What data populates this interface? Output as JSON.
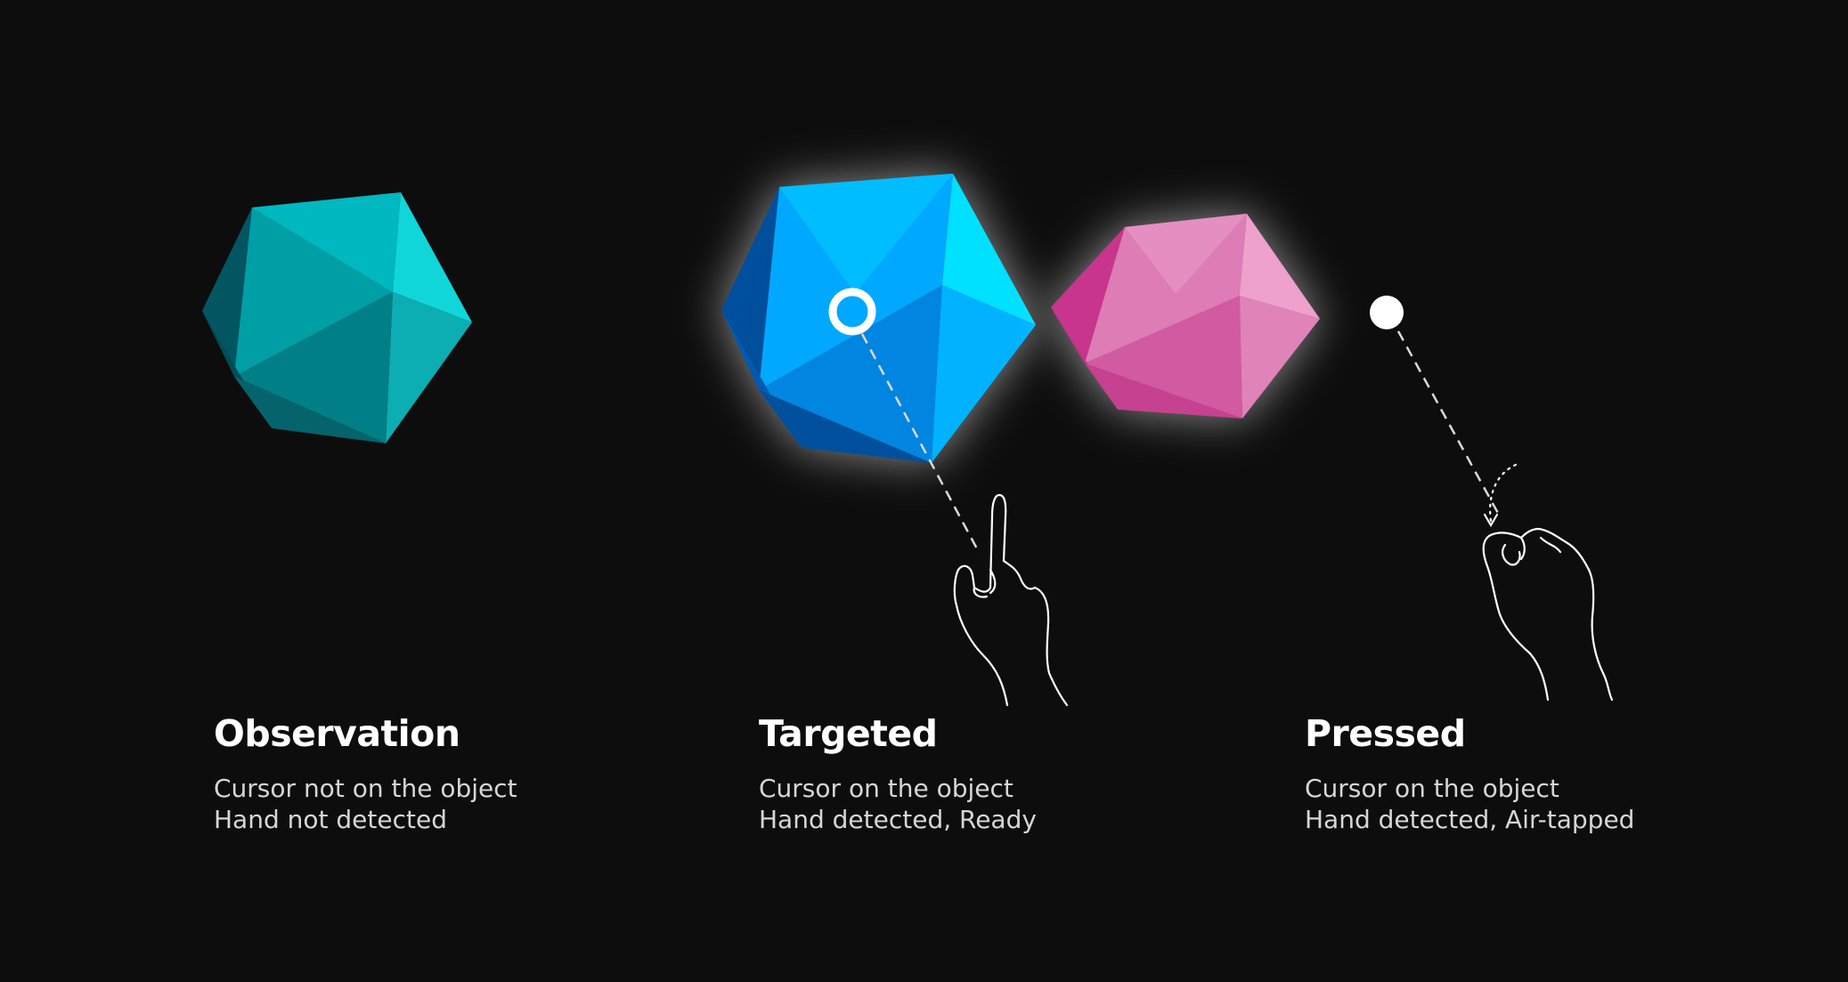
{
  "states": [
    {
      "id": "observation",
      "title": "Observation",
      "lines": [
        "Cursor not on the object",
        "Hand not detected"
      ],
      "colors": {
        "top": "#00c8cf",
        "upper": "#00b4bb",
        "mid": "#009aa1",
        "low": "#007f86",
        "dark": "#035661",
        "right": "#0cadb3",
        "edge": "#10d6da"
      },
      "glow": false,
      "cursor": "none",
      "hand": "none"
    },
    {
      "id": "targeted",
      "title": "Targeted",
      "lines": [
        "Cursor on the object",
        "Hand detected, Ready"
      ],
      "colors": {
        "top": "#00c8ff",
        "upper": "#00a8ff",
        "mid": "#0093f5",
        "low": "#0077d6",
        "dark": "#004f9c",
        "right": "#00b2ff",
        "edge": "#00e0ff"
      },
      "glow": true,
      "cursor": "ring",
      "hand": "pointing"
    },
    {
      "id": "pressed",
      "title": "Pressed",
      "lines": [
        "Cursor on the object",
        "Hand detected, Air-tapped"
      ],
      "colors": {
        "top": "#e58fc0",
        "upper": "#de7cb5",
        "mid": "#d669a8",
        "low": "#cc4e97",
        "dark": "#c03184",
        "right": "#e083b8",
        "edge": "#eda1cc"
      },
      "glow": true,
      "cursor": "dot",
      "hand": "pinch"
    }
  ]
}
